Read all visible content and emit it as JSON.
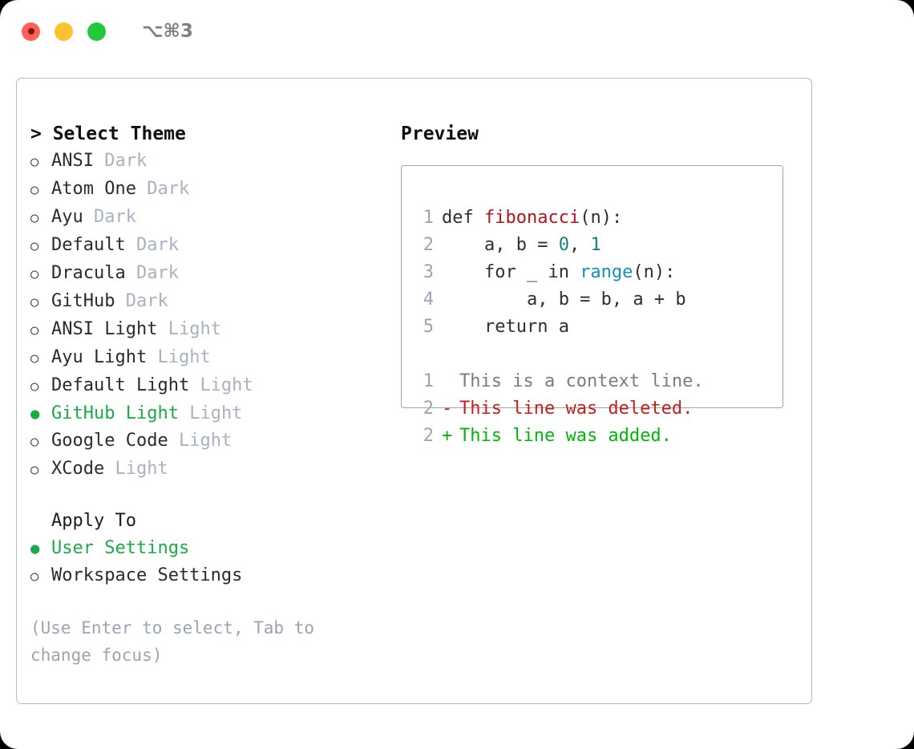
{
  "window": {
    "shortcut": "⌥⌘3",
    "traffic_lights": [
      {
        "name": "close",
        "color": "#ff6058"
      },
      {
        "name": "minimize",
        "color": "#ffc12f"
      },
      {
        "name": "maximize",
        "color": "#25c73b"
      }
    ]
  },
  "theme_list": {
    "title": "> Select Theme",
    "items": [
      {
        "label": "ANSI",
        "kind": "Dark",
        "selected": false
      },
      {
        "label": "Atom One",
        "kind": "Dark",
        "selected": false
      },
      {
        "label": "Ayu",
        "kind": "Dark",
        "selected": false
      },
      {
        "label": "Default",
        "kind": "Dark",
        "selected": false
      },
      {
        "label": "Dracula",
        "kind": "Dark",
        "selected": false
      },
      {
        "label": "GitHub",
        "kind": "Dark",
        "selected": false
      },
      {
        "label": "ANSI Light",
        "kind": "Light",
        "selected": false
      },
      {
        "label": "Ayu Light",
        "kind": "Light",
        "selected": false
      },
      {
        "label": "Default Light",
        "kind": "Light",
        "selected": false
      },
      {
        "label": "GitHub Light",
        "kind": "Light",
        "selected": true
      },
      {
        "label": "Google Code",
        "kind": "Light",
        "selected": false
      },
      {
        "label": "XCode",
        "kind": "Light",
        "selected": false
      }
    ],
    "bullet_unselected": "○",
    "bullet_selected": "●"
  },
  "apply_to": {
    "title": "Apply To",
    "items": [
      {
        "label": "User Settings",
        "selected": true
      },
      {
        "label": "Workspace Settings",
        "selected": false
      }
    ]
  },
  "hint": "(Use Enter to select, Tab to change focus)",
  "preview": {
    "title": "Preview",
    "code_lines": [
      {
        "n": "1",
        "tokens": [
          {
            "t": "def ",
            "c": "plain"
          },
          {
            "t": "fibonacci",
            "c": "fn"
          },
          {
            "t": "(n):",
            "c": "plain"
          }
        ]
      },
      {
        "n": "2",
        "tokens": [
          {
            "t": "    a, b = ",
            "c": "plain"
          },
          {
            "t": "0",
            "c": "num"
          },
          {
            "t": ", ",
            "c": "plain"
          },
          {
            "t": "1",
            "c": "num"
          }
        ]
      },
      {
        "n": "3",
        "tokens": [
          {
            "t": "    for _ in ",
            "c": "plain"
          },
          {
            "t": "range",
            "c": "call"
          },
          {
            "t": "(n):",
            "c": "plain"
          }
        ]
      },
      {
        "n": "4",
        "tokens": [
          {
            "t": "        a, b = b, a + b",
            "c": "plain"
          }
        ]
      },
      {
        "n": "5",
        "tokens": [
          {
            "t": "    return a",
            "c": "plain"
          }
        ]
      }
    ],
    "diff_lines": [
      {
        "n": "1",
        "mark": " ",
        "text": "This is a context line.",
        "kind": "ctx"
      },
      {
        "n": "2",
        "mark": "-",
        "text": "This line was deleted.",
        "kind": "del"
      },
      {
        "n": "2",
        "mark": "+",
        "text": "This line was added.",
        "kind": "add"
      }
    ]
  },
  "colors": {
    "accent_green": "#1aab46",
    "muted": "#a8b2c1",
    "diff_add": "#00b60b",
    "diff_del": "#c3201c",
    "syntax_function": "#b1151f",
    "syntax_number": "#1b7e86",
    "syntax_call": "#1490bd"
  }
}
